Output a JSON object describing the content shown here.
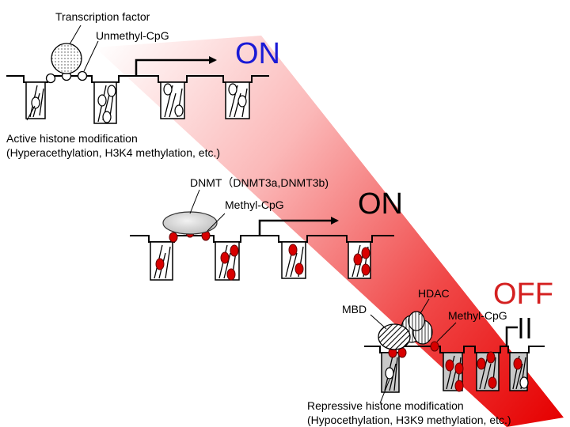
{
  "labels": {
    "transcription_factor": "Transcription factor",
    "unmethyl_cpg": "Unmethyl-CpG",
    "state1": "ON",
    "active_histone_line1": "Active histone modification",
    "active_histone_line2": "(Hyperacethylation, H3K4 methylation, etc.)",
    "dnmt": "DNMT（DNMT3a,DNMT3b)",
    "methyl_cpg_1": "Methyl-CpG",
    "state2": "ON",
    "hdac": "HDAC",
    "mbd": "MBD",
    "methyl_cpg_2": "Methyl-CpG",
    "state3": "OFF",
    "repressive_histone_line1": "Repressive histone modification",
    "repressive_histone_line2": "(Hypocethylation, H3K9 methylation, etc.)"
  },
  "colors": {
    "on_state_1": "#1a1ad6",
    "on_state_2": "#000000",
    "off_state": "#d42020",
    "methyl_cpg": "#d80000",
    "gradient_start": "#ffffff",
    "gradient_end": "#e60000"
  }
}
